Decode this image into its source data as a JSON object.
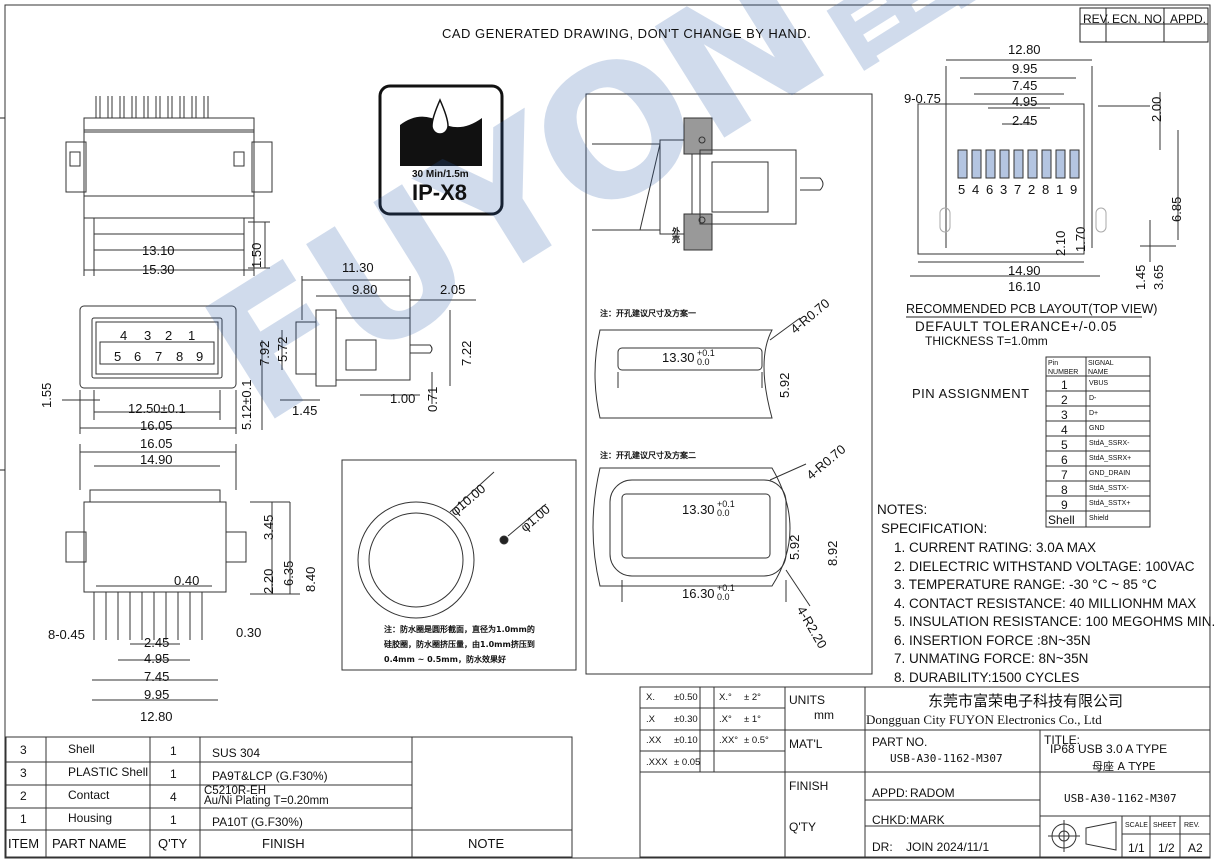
{
  "header": {
    "note": "CAD GENERATED DRAWING, DON'T CHANGE BY HAND."
  },
  "revision": {
    "rev": "REV.",
    "ecn": "ECN. NO.",
    "appd": "APPD."
  },
  "badge": {
    "line1": "30 Min/1.5m",
    "line2": "IP-X8"
  },
  "watermark": "FUYON富荣",
  "dims": {
    "front_13_10": "13.10",
    "front_15_30": "15.30",
    "front_1_50": "1.50",
    "side_11_30": "11.30",
    "side_9_80": "9.80",
    "side_2_05": "2.05",
    "side_7_92": "7.92",
    "side_5_72": "5.72",
    "side_7_22": "7.22",
    "side_1_45": "1.45",
    "side_1_00": "1.00",
    "side_0_71": "0.71",
    "face_1_55": "1.55",
    "face_12_50": "12.50±0.1",
    "face_16_05": "16.05",
    "face_5_12": "5.12±0.1",
    "bot_16_05": "16.05",
    "bot_14_90": "14.90",
    "bot_3_45": "3.45",
    "bot_6_35": "6.35",
    "bot_8_40": "8.40",
    "bot_2_20": "2.20",
    "bot_0_40": "0.40",
    "bot_0_30": "0.30",
    "bot_8_045": "8-0.45",
    "bot_2_45": "2.45",
    "bot_4_95": "4.95",
    "bot_7_45": "7.45",
    "bot_9_95": "9.95",
    "bot_12_80": "12.80",
    "ring_10": "φ10.00",
    "ring_1": "φ1.00",
    "pcb_12_80": "12.80",
    "pcb_9_95": "9.95",
    "pcb_7_45": "7.45",
    "pcb_4_95": "4.95",
    "pcb_2_45": "2.45",
    "pcb_9_075": "9-0.75",
    "pcb_2_00": "2.00",
    "pcb_6_85": "6.85",
    "pcb_2_10": "2.10",
    "pcb_1_70": "1.70",
    "pcb_1_45": "1.45",
    "pcb_3_65": "3.65",
    "pcb_14_90": "14.90",
    "pcb_16_10": "16.10",
    "cut1_r": "4-R0.70",
    "cut1_w": "13.30",
    "cut1_h": "5.92",
    "cut2_r": "4-R0.70",
    "cut2_w": "13.30",
    "cut2_h": "5.92",
    "cut2_h2": "8.92",
    "cut2_w2": "16.30",
    "cut2_r2": "4-R2.20",
    "tol_plus": "+0.1",
    "tol_zero": "0.0",
    "r_sup1": "0.0",
    "r_sup2": "0.0"
  },
  "pin_numbers_face_top": [
    "4",
    "3",
    "2",
    "1"
  ],
  "pin_numbers_face_bottom": [
    "5",
    "6",
    "7",
    "8",
    "9"
  ],
  "pin_numbers_pcb": [
    "5",
    "4",
    "6",
    "3",
    "7",
    "2",
    "8",
    "1",
    "9"
  ],
  "labels": {
    "shell_cn": "外壳",
    "cut_note1": "注：开孔建议尺寸及方案一",
    "cut_note2": "注：开孔建议尺寸及方案二",
    "ring_note1": "注：防水圈是圆形截面，直径为1.0mm的",
    "ring_note2": "硅胶圈，防水圈挤压量，由1.0mm挤压到",
    "ring_note3": "0.4mm ~ 0.5mm，防水效果好",
    "pcb_title": "RECOMMENDED PCB LAYOUT(TOP VIEW)",
    "pcb_tol": "DEFAULT TOLERANCE+/-0.05",
    "pcb_thick": "THICKNESS T=1.0mm",
    "pin_assign": "PIN ASSIGNMENT"
  },
  "pin_table": {
    "head1": "Pin NUMBER",
    "head2": "SIGNAL NAME",
    "rows": [
      {
        "pin": "1",
        "sig": "VBUS"
      },
      {
        "pin": "2",
        "sig": "D-"
      },
      {
        "pin": "3",
        "sig": "D+"
      },
      {
        "pin": "4",
        "sig": "GND"
      },
      {
        "pin": "5",
        "sig": "StdA_SSRX-"
      },
      {
        "pin": "6",
        "sig": "StdA_SSRX+"
      },
      {
        "pin": "7",
        "sig": "GND_DRAIN"
      },
      {
        "pin": "8",
        "sig": "StdA_SSTX-"
      },
      {
        "pin": "9",
        "sig": "StdA_SSTX+"
      },
      {
        "pin": "Shell",
        "sig": "Shield"
      }
    ]
  },
  "notes": {
    "title": "NOTES:",
    "spec": "SPECIFICATION:",
    "items": [
      "1. CURRENT RATING: 3.0A MAX",
      "2. DIELECTRIC WITHSTAND VOLTAGE: 100VAC",
      "3. TEMPERATURE RANGE: -30 °C ~ 85 °C",
      "4. CONTACT RESISTANCE: 40 MILLIONHM MAX",
      "5. INSULATION RESISTANCE: 100 MEGOHMS MIN.",
      "6.  INSERTION  FORCE  :8N~35N",
      "7.  UNMATING  FORCE:  8N~35N",
      "8.  DURABILITY:1500  CYCLES"
    ]
  },
  "bom": {
    "headers": [
      "ITEM",
      "PART NAME",
      "Q'TY",
      "FINISH",
      "NOTE"
    ],
    "rows": [
      {
        "item": "3",
        "name": "Shell",
        "qty": "1",
        "finish": "SUS 304"
      },
      {
        "item": "3",
        "name": "PLASTIC Shell",
        "qty": "1",
        "finish": "PA9T&LCP (G.F30%)"
      },
      {
        "item": "2",
        "name": "Contact",
        "qty": "4",
        "finish": "C5210R-EH",
        "finish2": "Au/Ni   Plating   T=0.20mm"
      },
      {
        "item": "1",
        "name": "Housing",
        "qty": "1",
        "finish": "PA10T (G.F30%)"
      }
    ]
  },
  "tolerances": [
    {
      "k": "X.",
      "v": "±0.50",
      "a": "X.°",
      "av": "± 2°"
    },
    {
      "k": ".X",
      "v": "±0.30",
      "a": ".X°",
      "av": "± 1°"
    },
    {
      "k": ".XX",
      "v": "±0.10",
      "a": ".XX°",
      "av": "± 0.5°"
    },
    {
      "k": ".XXX",
      "v": "± 0.05",
      "a": "",
      "av": ""
    }
  ],
  "title_block": {
    "units": "UNITS",
    "units_val": "mm",
    "material": "MAT'L",
    "finish": "FINISH",
    "qty": "Q'TY",
    "company_cn": "东莞市富荣电子科技有限公司",
    "company_en": "Dongguan City FUYON Electronics Co., Ltd",
    "part_no_label": "PART NO.",
    "part_no": "USB-A30-1162-M307",
    "title_label": "TITLE:",
    "title_1": "IP68   USB 3.0 A TYPE",
    "title_2": "母座 A TYPE",
    "part_no_2": "USB-A30-1162-M307",
    "appd_label": "APPD:",
    "appd": "RADOM",
    "chkd_label": "CHKD:",
    "chkd": "MARK",
    "dr_label": "DR:",
    "dr": "JOIN 2024/11/1",
    "scale_label": "SCALE",
    "scale": "1/1",
    "sheet_label": "SHEET",
    "sheet": "1/2",
    "rev_label": "REV.",
    "rev": "A2"
  }
}
